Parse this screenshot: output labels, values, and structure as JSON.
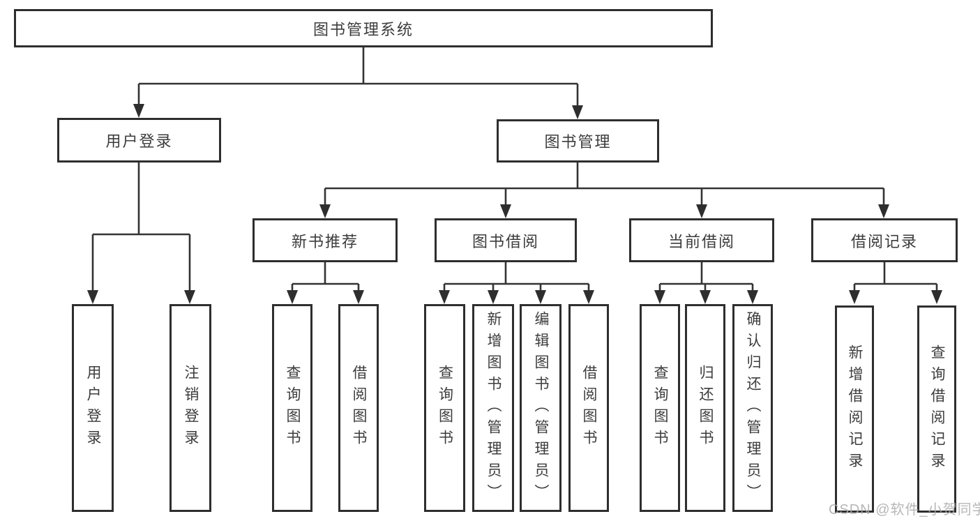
{
  "tree": {
    "root": "图书管理系统",
    "level2": [
      "用户登录",
      "图书管理"
    ],
    "level3": [
      "新书推荐",
      "图书借阅",
      "当前借阅",
      "借阅记录"
    ],
    "leaves": {
      "g1": [
        "用户登录",
        "注销登录"
      ],
      "g2": [
        "查询图书",
        "借阅图书"
      ],
      "g3": [
        "查询图书",
        "新增图书（管理员）",
        "编辑图书（管理员）",
        "借阅图书"
      ],
      "g4": [
        "查询图书",
        "归还图书",
        "确认归还（管理员）"
      ],
      "g5": [
        "新增借阅记录",
        "查询借阅记录"
      ]
    }
  },
  "watermark": "CSDN @软件_小贺同学",
  "colors": {
    "line": "#333333",
    "border": "#2e2e2e",
    "text": "#3c3c3c",
    "watermark": "#aaaaaa",
    "background": "#ffffff"
  }
}
